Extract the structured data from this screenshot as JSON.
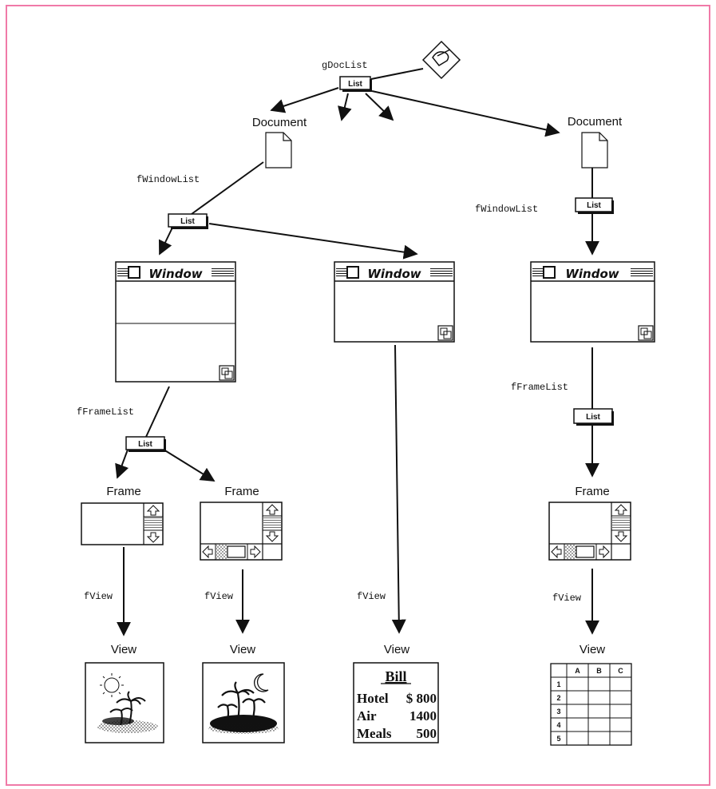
{
  "labels": {
    "gDocList": "gDocList",
    "fWindowList": "fWindowList",
    "fFrameList": "fFrameList",
    "fView": "fView",
    "list": "List",
    "document": "Document",
    "window": "Window",
    "frame": "Frame",
    "view": "View"
  },
  "bill": {
    "title": "Bill",
    "rows": [
      {
        "item": "Hotel",
        "value": "$ 800"
      },
      {
        "item": "Air",
        "value": "1400"
      },
      {
        "item": "Meals",
        "value": "500"
      }
    ]
  },
  "spreadsheet": {
    "columns": [
      "A",
      "B",
      "C"
    ],
    "rows": [
      "1",
      "2",
      "3",
      "4",
      "5"
    ]
  },
  "colors": {
    "border": "#f07aa8",
    "ink": "#111111"
  }
}
